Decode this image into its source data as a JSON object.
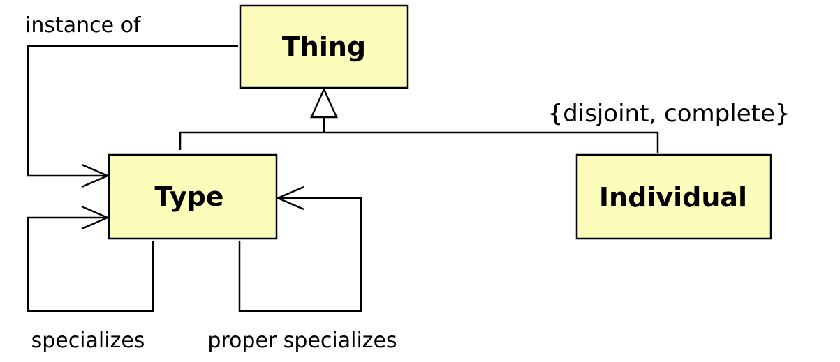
{
  "nodes": {
    "thing": "Thing",
    "type": "Type",
    "individual": "Individual"
  },
  "relations": {
    "instance_of": "instance of",
    "specializes": "specializes",
    "proper_specializes": "proper specializes"
  },
  "generalization_set": {
    "constraint": "{disjoint, complete}"
  }
}
